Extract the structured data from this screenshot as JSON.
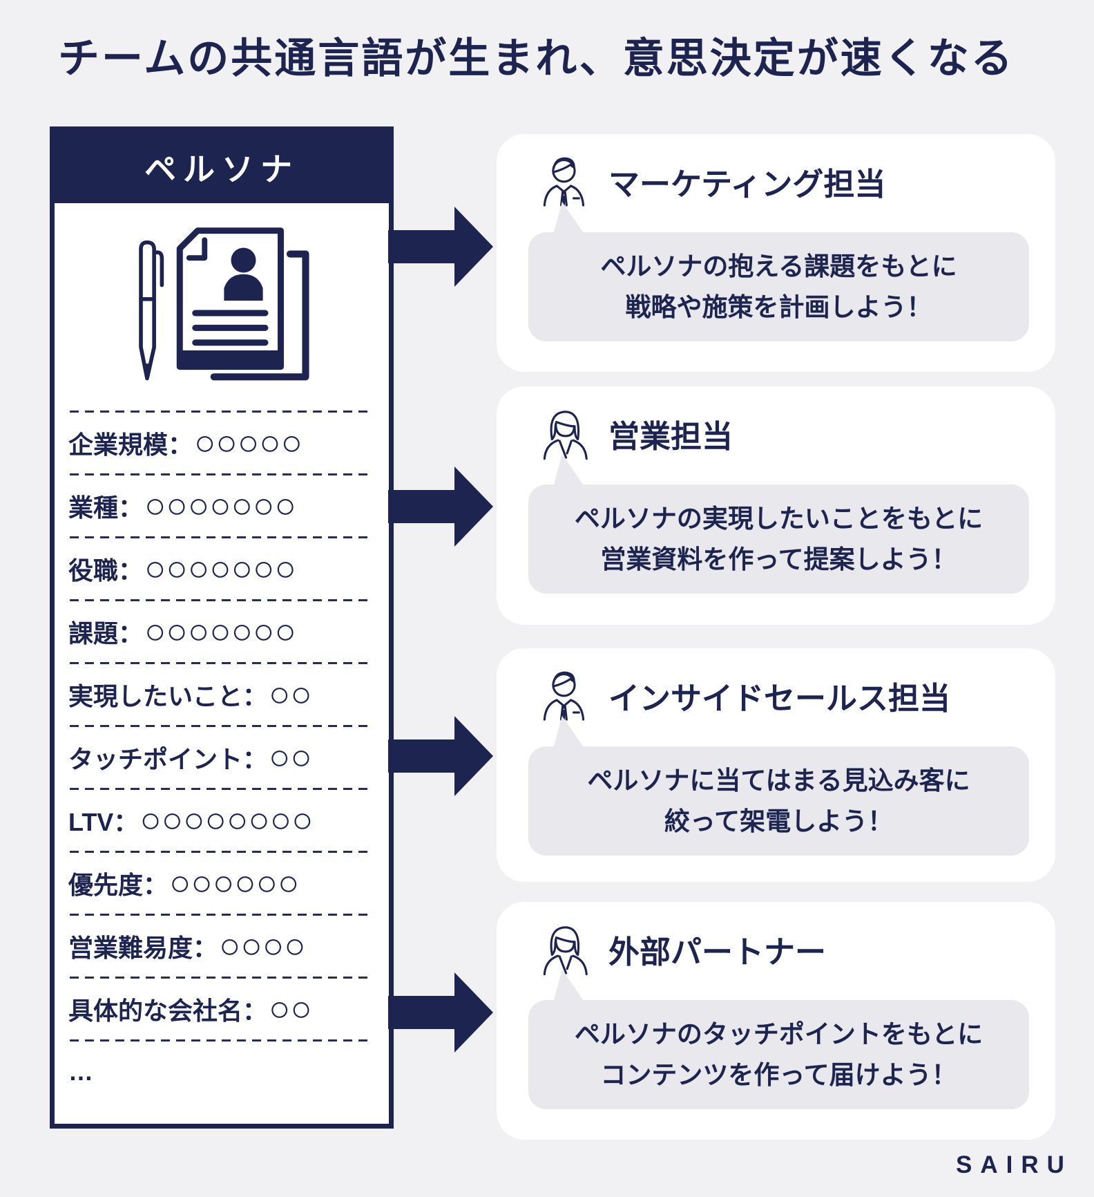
{
  "page": {
    "title": "チームの共通言語が生まれ、意思決定が速くなる",
    "brand": "SAIRU",
    "colors": {
      "navy": "#1d2450",
      "background": "#f1f1f3",
      "card": "#ffffff",
      "bubble": "#e8e8ed"
    }
  },
  "persona": {
    "header": "ペルソナ",
    "icon": "pen-and-resume-document-icon",
    "rows": [
      {
        "label": "企業規模：",
        "value": "○○○○○"
      },
      {
        "label": "業種：",
        "value": "○○○○○○○"
      },
      {
        "label": "役職：",
        "value": "○○○○○○○"
      },
      {
        "label": "課題：",
        "value": "○○○○○○○"
      },
      {
        "label": "実現したいこと：",
        "value": "○○"
      },
      {
        "label": "タッチポイント：",
        "value": "○○"
      },
      {
        "label": "LTV：",
        "value": "○○○○○○○○"
      },
      {
        "label": "優先度：",
        "value": "○○○○○○"
      },
      {
        "label": "営業難易度：",
        "value": "○○○○"
      },
      {
        "label": "具体的な会社名：",
        "value": "○○"
      },
      {
        "label": "…",
        "value": ""
      }
    ]
  },
  "cards": [
    {
      "icon": "male-businessperson-avatar-icon",
      "title": "マーケティング担当",
      "bubble": [
        "ペルソナの抱える課題をもとに",
        "戦略や施策を計画しよう！"
      ]
    },
    {
      "icon": "female-businessperson-avatar-icon",
      "title": "営業担当",
      "bubble": [
        "ペルソナの実現したいことをもとに",
        "営業資料を作って提案しよう！"
      ]
    },
    {
      "icon": "male-businessperson-avatar-icon",
      "title": "インサイドセールス担当",
      "bubble": [
        "ペルソナに当てはまる見込み客に",
        "絞って架電しよう！"
      ]
    },
    {
      "icon": "female-businessperson-avatar-icon",
      "title": "外部パートナー",
      "bubble": [
        "ペルソナのタッチポイントをもとに",
        "コンテンツを作って届けよう！"
      ]
    }
  ]
}
